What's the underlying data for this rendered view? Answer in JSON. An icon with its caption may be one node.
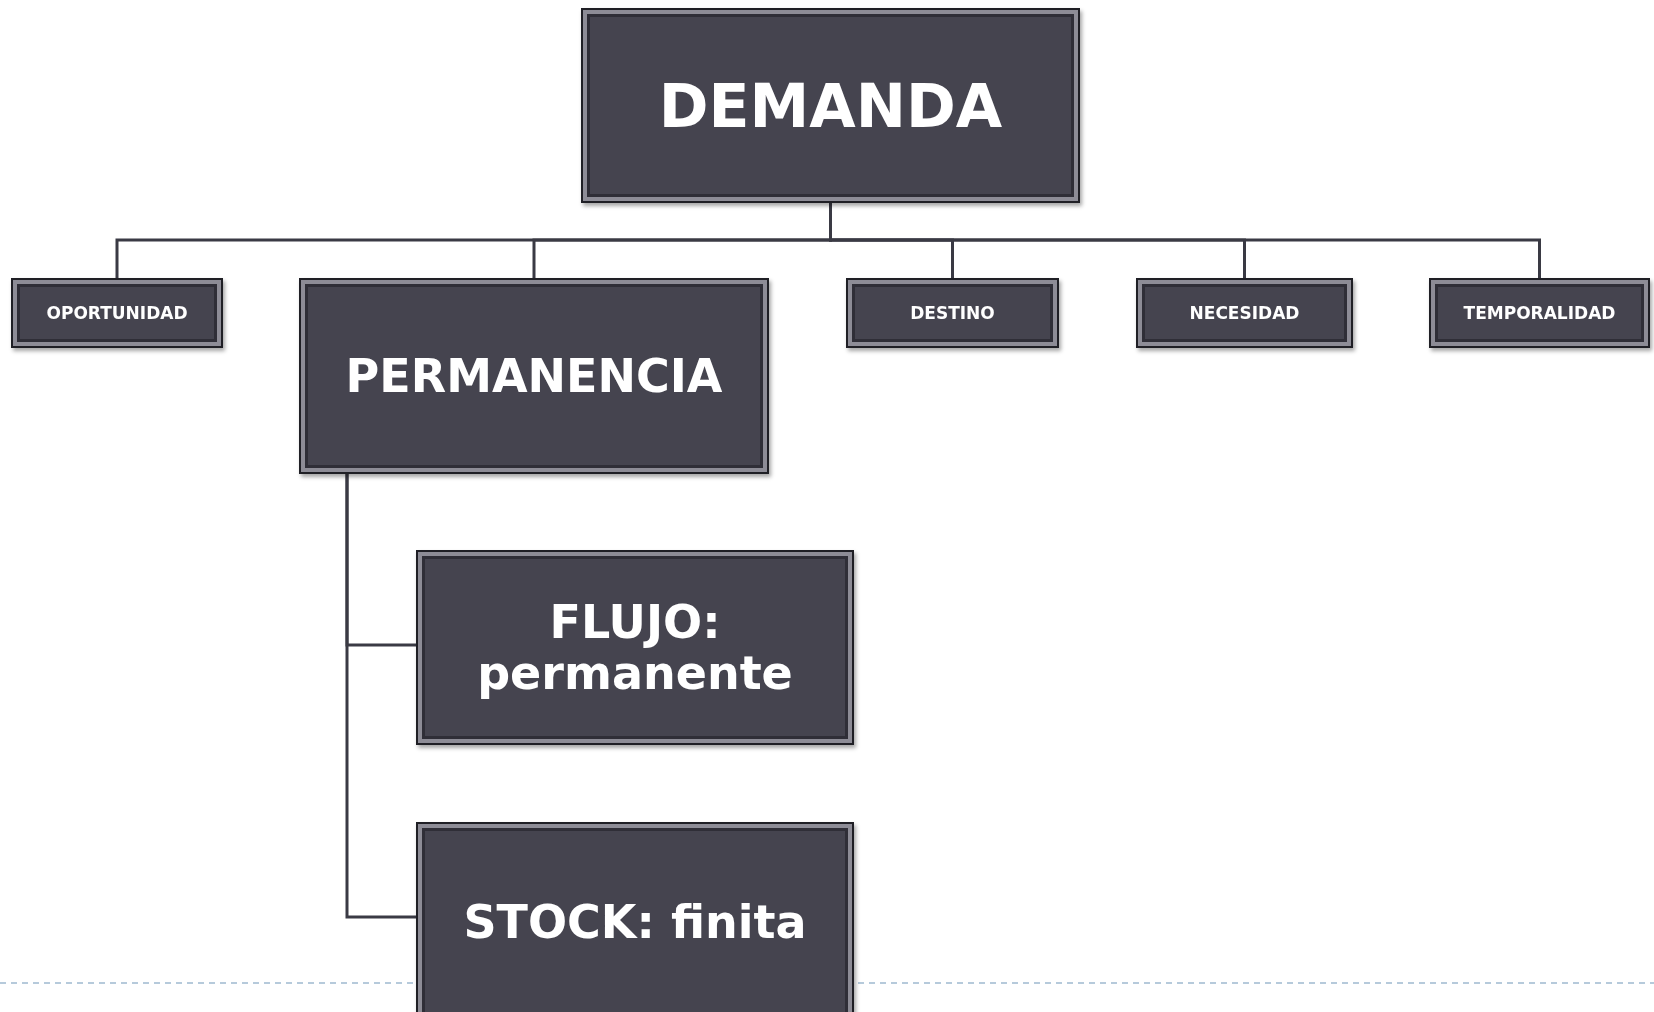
{
  "diagram": {
    "nodes": [
      {
        "text": [
          "DEMANDA"
        ]
      },
      {
        "text": [
          "OPORTUNIDAD"
        ]
      },
      {
        "text": [
          "PERMANENCIA"
        ]
      },
      {
        "text": [
          "DESTINO"
        ]
      },
      {
        "text": [
          "NECESIDAD"
        ]
      },
      {
        "text": [
          "TEMPORALIDAD"
        ]
      },
      {
        "text": [
          "FLUJO: permanente"
        ]
      },
      {
        "text": [
          "STOCK: finita"
        ]
      }
    ],
    "edges": [
      {
        "from": 0,
        "to": 1,
        "arrow": "none"
      },
      {
        "from": 0,
        "to": 2,
        "arrow": "none"
      },
      {
        "from": 0,
        "to": 3,
        "arrow": "none"
      },
      {
        "from": 0,
        "to": 4,
        "arrow": "none"
      },
      {
        "from": 0,
        "to": 5,
        "arrow": "none"
      },
      {
        "from": 2,
        "to": 6,
        "arrow": "none"
      },
      {
        "from": 2,
        "to": 7,
        "arrow": "none"
      }
    ]
  }
}
